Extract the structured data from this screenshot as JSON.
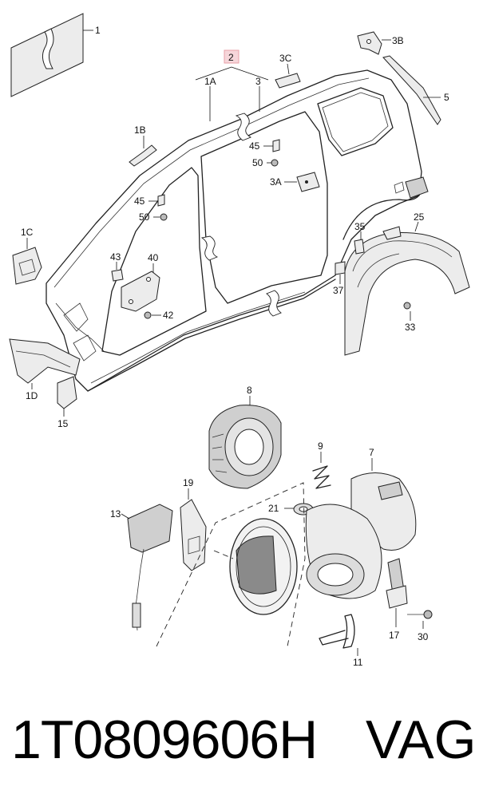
{
  "diagram": {
    "callouts": {
      "c1": "1",
      "c2": "2",
      "c1A": "1A",
      "c3": "3",
      "c3C": "3C",
      "c3B": "3B",
      "c5": "5",
      "c1B": "1B",
      "c45a": "45",
      "c50a": "50",
      "c3A": "3A",
      "c45b": "45",
      "c50b": "50",
      "c1C": "1C",
      "c43": "43",
      "c40": "40",
      "c42": "42",
      "c35": "35",
      "c25": "25",
      "c37": "37",
      "c33": "33",
      "c1D": "1D",
      "c15": "15",
      "c8": "8",
      "c9": "9",
      "c7": "7",
      "c19": "19",
      "c13": "13",
      "c21": "21",
      "c17": "17",
      "c30": "30",
      "c11": "11"
    },
    "highlight_color": "#e8a0a8"
  },
  "footer": {
    "part_number": "1T0809606H",
    "brand": "VAG"
  }
}
